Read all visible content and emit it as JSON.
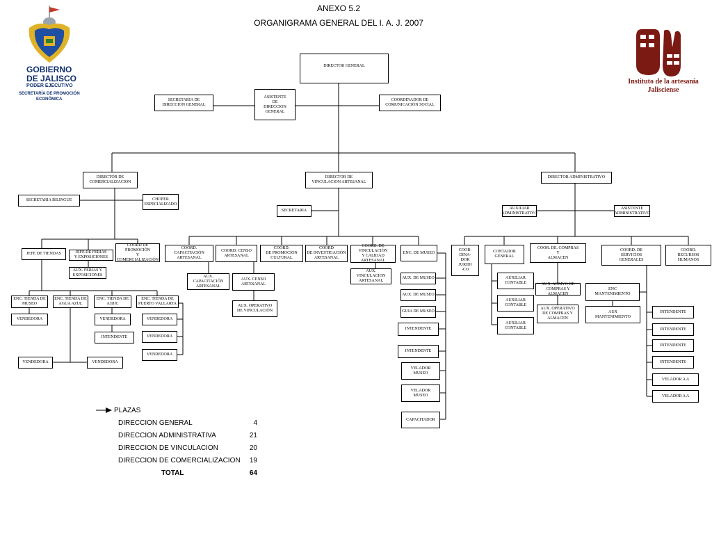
{
  "header": {
    "annex": "ANEXO 5.2",
    "title": "ORGANIGRAMA GENERAL DEL I. A. J.   2007"
  },
  "left_logo": {
    "icon": "jalisco-coat-of-arms",
    "line1": "GOBIERNO",
    "line2": "DE JALISCO",
    "line3": "PODER EJECUTIVO",
    "line4": "SECRETARÍA DE PROMOCIÓN",
    "line5": "ECONÓMICA",
    "color": "#0f2f6e"
  },
  "right_logo": {
    "icon": "artisan-hands-logo",
    "line1": "Instituto de la artesanía",
    "line2": "Jalisciense",
    "color": "#7a1a12"
  },
  "org": {
    "director_general": "DIRECTOR GENERAL",
    "secretaria_dg": "SECRETARIA DE\nDIRECCION GENERAL",
    "asistente_dg": "ASISTENTE\nDE\nDIRECCION\nGENERAL",
    "coord_comunicacion": "COORDINADOR DE\nCOMUNICACIÓN SOCIAL",
    "dir_comercializacion": "DIRECTOR DE\nCOMERCIALIZACION",
    "secretaria_bilingue": "SECRETARIA  BILINGUE",
    "chofer": "CHOFER\nESPECIALIZADO",
    "jefe_tiendas": "JEFE DE TIENDAS",
    "jefe_ferias": "JEFE DE FERIAS\nY EXPOSICIONES",
    "coord_promocion": "COORD  DE\nPROMOCIÓN\nY COMERCIALIZACIÓN",
    "aux_ferias": "AUX. FERIAS Y\nEXPOSICIONES",
    "enc_tienda_museo": "ENC. TIENDA DE\nMUSEO",
    "enc_tienda_agua_azul": "ENC. TIENDA DE\nAGUA AZUL",
    "enc_tienda_ajijic": "ENC. TIENDA DE\nAJIJIC",
    "enc_tienda_vallarta": "ENC. TIENDA DE\nPUERTO VALLARTA",
    "vendedora": "VENDEDORA",
    "intendente": "INTENDENTE",
    "dir_vinculacion": "DIRECTOR DE\nVINCULACION ARTESANAL",
    "secretaria": "SECRETARIA",
    "coord_capacitacion": "COORD. CAPACITACIÓN\nARTESANAL",
    "coord_censo": "COORD. CENSO\nARTESANAL",
    "coord_promocion_cultural": "COORD.\nDE PROMOCION\nCULTURAL",
    "coord_investigacion": "COORD\nDE INVESTIGACIÓN\nARTESANAL",
    "coord_vinculacion_calidad": "COORD. DE\nVINCULACIÓN\nY CALIDAD\nARTESANAL",
    "enc_museo": "ENC. DE MUSEO",
    "aux_capacitacion": "AUX. CAPACITACIÓN\nARTESANAL",
    "aux_censo": "AUX.  CENSO\nARTESANAL",
    "aux_operativo_vinculacion": "AUX. OPERATIVO\nDE VINCULACIÓN",
    "aux_vinculacion": "AUX. VINCULACION\nARTESANAL",
    "aux_museo": "AUX. DE  MUSEO",
    "guia_museo": "GUIA DE MUSEO",
    "velador_museo": "VELADOR\nMUSEO",
    "capacitador": "CAPACITADOR",
    "dir_administrativo": "DIRECTOR ADMINISTRATIVO",
    "auxiliar_administrativo": "AUXILIAR\nADMINISTRATIVO",
    "asistente_administrativo": "ASISTENTE\nADMINISTRATIVO",
    "coordinador_juridico": "COOR-\nDINA-\nDOR\nJURIDI\n-CO",
    "contador_general": "CONTADOR\nGENERAL",
    "coor_compras": "COOR. DE. COMPRAS\nY\nALMACEN",
    "coord_servicios": "COORD.  DE\nSERVICIOS\nGENERALES",
    "coord_recursos": "COORD.\nRECURSOS\nHUMANOS",
    "auxiliar_contable": "AUXILIAR\nCONTABLE",
    "aux_admvo_compras": "AUX. ADMVO DE\nCOMPRAS Y ALMACEN",
    "aux_operativo_compras": "AUX. OPERATIVO\nDE COMPRAS Y\nALMACEN",
    "enc_mantenimiento": "ENC\nMANTENIMIENTO",
    "aux_mantenimiento": "AUX\nMANTENIMIENTO",
    "velador_aa": "VELADOR   A  A"
  },
  "summary": {
    "heading": "PLAZAS",
    "rows": [
      {
        "label": "DIRECCION GENERAL",
        "value": "4"
      },
      {
        "label": "DIRECCION ADMINISTRATIVA",
        "value": "21"
      },
      {
        "label": "DIRECCION DE VINCULACION",
        "value": "20"
      },
      {
        "label": "DIRECCION DE COMERCIALIZACION",
        "value": "19"
      }
    ],
    "total_label": "TOTAL",
    "total_value": "64"
  }
}
